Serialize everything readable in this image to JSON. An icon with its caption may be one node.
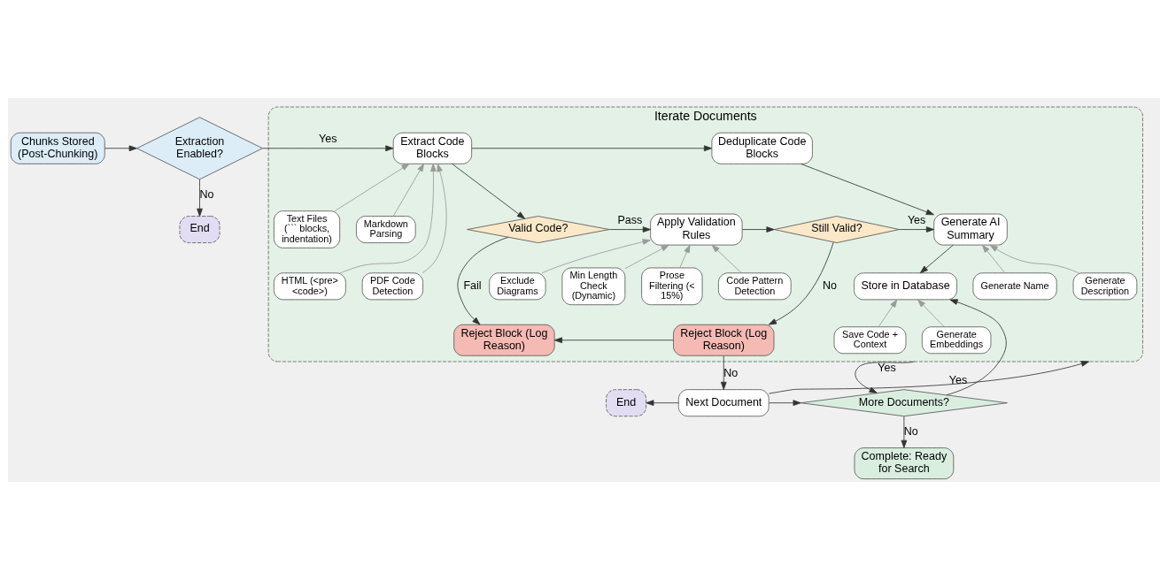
{
  "diagram": {
    "nodes": [
      {
        "text": [
          "Chunks Stored (Post-Chunking)"
        ]
      },
      {
        "text": [
          "Extraction Enabled?"
        ]
      },
      {
        "text": [
          "End"
        ]
      },
      {
        "text": [
          "Iterate Documents"
        ]
      },
      {
        "text": [
          "Extract Code Blocks"
        ],
        "in": 3
      },
      {
        "text": [
          "Text Files (``` blocks, indentation)"
        ],
        "in": 3
      },
      {
        "text": [
          "Markdown Parsing"
        ],
        "in": 3
      },
      {
        "text": [
          "HTML (<pre> <code>)"
        ],
        "in": 3
      },
      {
        "text": [
          "PDF Code Detection"
        ],
        "in": 3
      },
      {
        "text": [
          "Valid Code?"
        ],
        "in": 3
      },
      {
        "text": [
          "Apply Validation Rules"
        ],
        "in": 3
      },
      {
        "text": [
          "Min Length Check (Dynamic)"
        ],
        "in": 3
      },
      {
        "text": [
          "Prose Filtering (< 15%)"
        ],
        "in": 3
      },
      {
        "text": [
          "Code Pattern Detection"
        ],
        "in": 3
      },
      {
        "text": [
          "Exclude Diagrams"
        ],
        "in": 3
      },
      {
        "text": [
          "Still Valid?"
        ],
        "in": 3
      },
      {
        "text": [
          "Reject Block (Log Reason)"
        ],
        "in": 3
      },
      {
        "text": [
          "Reject Block (Log Reason)"
        ],
        "in": 3
      },
      {
        "text": [
          "Deduplicate Code Blocks"
        ],
        "in": 3
      },
      {
        "text": [
          "Generate AI Summary"
        ],
        "in": 3
      },
      {
        "text": [
          "Generate Name"
        ],
        "in": 3
      },
      {
        "text": [
          "Generate Description"
        ],
        "in": 3
      },
      {
        "text": [
          "Store in Database"
        ],
        "in": 3
      },
      {
        "text": [
          "Save Code + Context"
        ],
        "in": 3
      },
      {
        "text": [
          "Generate Embeddings"
        ],
        "in": 3
      },
      {
        "text": [
          "End"
        ]
      },
      {
        "text": [
          "Next Document"
        ]
      },
      {
        "text": [
          "More Documents?"
        ]
      },
      {
        "text": [
          "Complete: Ready for Search"
        ]
      }
    ],
    "edges": [
      {
        "from": 0,
        "to": 1,
        "arrow": "to"
      },
      {
        "from": 1,
        "to": 4,
        "arrow": "to",
        "label": "Yes"
      },
      {
        "from": 1,
        "to": 2,
        "arrow": "to",
        "label": "No"
      },
      {
        "from": 5,
        "to": 4,
        "arrow": "to",
        "color": "#999999"
      },
      {
        "from": 6,
        "to": 4,
        "arrow": "to",
        "color": "#999999"
      },
      {
        "from": 7,
        "to": 4,
        "arrow": "to",
        "color": "#999999"
      },
      {
        "from": 8,
        "to": 4,
        "arrow": "to",
        "color": "#999999"
      },
      {
        "from": 4,
        "to": 9,
        "arrow": "to"
      },
      {
        "from": 4,
        "to": 18,
        "arrow": "to"
      },
      {
        "from": 9,
        "to": 10,
        "arrow": "to",
        "label": "Pass"
      },
      {
        "from": 9,
        "to": 16,
        "arrow": "to",
        "label": "Fail"
      },
      {
        "from": 11,
        "to": 10,
        "arrow": "to",
        "color": "#999999"
      },
      {
        "from": 12,
        "to": 10,
        "arrow": "to",
        "color": "#999999"
      },
      {
        "from": 13,
        "to": 10,
        "arrow": "to",
        "color": "#999999"
      },
      {
        "from": 14,
        "to": 10,
        "arrow": "to",
        "color": "#999999"
      },
      {
        "from": 10,
        "to": 15,
        "arrow": "to"
      },
      {
        "from": 15,
        "to": 19,
        "arrow": "to",
        "label": "Yes"
      },
      {
        "from": 15,
        "to": 17,
        "arrow": "to",
        "label": "No"
      },
      {
        "from": 17,
        "to": 16,
        "arrow": "to"
      },
      {
        "from": 18,
        "to": 19,
        "arrow": "to"
      },
      {
        "from": 20,
        "to": 19,
        "arrow": "to",
        "color": "#999999"
      },
      {
        "from": 21,
        "to": 19,
        "arrow": "to",
        "color": "#999999"
      },
      {
        "from": 19,
        "to": 22,
        "arrow": "to"
      },
      {
        "from": 23,
        "to": 22,
        "arrow": "to",
        "color": "#999999"
      },
      {
        "from": 24,
        "to": 22,
        "arrow": "to",
        "color": "#999999"
      },
      {
        "from": 17,
        "to": 26,
        "arrow": "to",
        "label": "No"
      },
      {
        "from": 26,
        "to": 25,
        "arrow": "to"
      },
      {
        "from": 26,
        "to": 27,
        "arrow": "to"
      },
      {
        "from": 26,
        "to": 3,
        "arrow": "to"
      },
      {
        "from": 3,
        "to": 27,
        "arrow": "to",
        "label": "Yes"
      },
      {
        "from": 27,
        "to": 22,
        "arrow": "to",
        "label": "Yes"
      },
      {
        "from": 27,
        "to": 28,
        "arrow": "to",
        "label": "No"
      }
    ]
  }
}
